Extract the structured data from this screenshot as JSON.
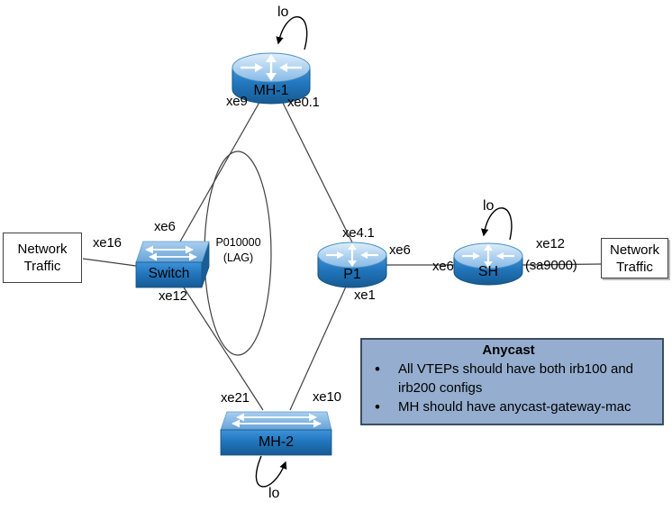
{
  "colors": {
    "connector": "#404040",
    "traffic_border": "#404040",
    "note_fill": "#95aecf",
    "note_border": "#3c4c63",
    "router_fill": "#2176bd",
    "router_top_fill": "#bcd9f1"
  },
  "nodes": {
    "mh1": {
      "label": "MH-1",
      "loopback_label": "lo",
      "ports": {
        "xe9": "xe9",
        "xe0_1": "xe0.1"
      }
    },
    "p1": {
      "label": "P1",
      "ports": {
        "xe4_1": "xe4.1",
        "xe6": "xe6",
        "xe1": "xe1"
      }
    },
    "sh": {
      "label": "SH",
      "loopback_label": "lo",
      "ports": {
        "xe6": "xe6",
        "xe12": "xe12",
        "sa": "(sa9000)"
      }
    },
    "switch": {
      "label": "Switch",
      "ports": {
        "xe6": "xe6",
        "xe16": "xe16",
        "xe12": "xe12"
      }
    },
    "mh2": {
      "label": "MH-2",
      "loopback_label": "lo",
      "ports": {
        "xe21": "xe21",
        "xe10": "xe10"
      }
    },
    "traffic_left": {
      "line1": "Network",
      "line2": "Traffic"
    },
    "traffic_right": {
      "line1": "Network",
      "line2": "Traffic"
    }
  },
  "lag": {
    "line1": "P010000",
    "line2": "(LAG)"
  },
  "note": {
    "title": "Anycast",
    "bullets": [
      "All VTEPs should have both irb100 and irb200 configs",
      "MH should have anycast-gateway-mac"
    ]
  }
}
